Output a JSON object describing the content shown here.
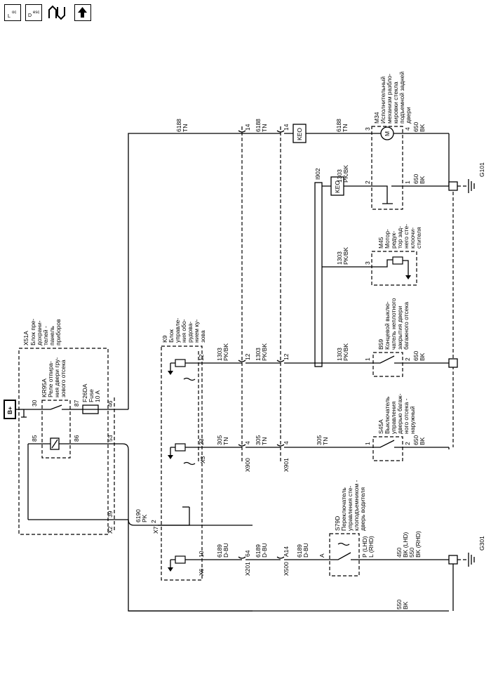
{
  "nav": {
    "loc": "LOC",
    "desc": "DESC"
  },
  "labels": {
    "b_plus": "B+",
    "x51a_title": "X51A",
    "x51a_desc": [
      "Блок пре-",
      "дохрани-",
      "телей -",
      "панель",
      "приборов"
    ],
    "kr95a_title": "KR95A",
    "kr95a_desc": [
      "Реле отпира-",
      "ния двери гру-",
      "зового отсека"
    ],
    "f26da": [
      "F26DA",
      "Fuse",
      "10 A"
    ],
    "k9_title": "K9",
    "k9_desc": [
      "Блок",
      "управле-",
      "ния обо-",
      "рудова-",
      "нием ку-",
      "зова"
    ],
    "m34_title": "M34",
    "m34_desc": [
      "Исполнительный",
      "механизм разбло-",
      "кировки стекла",
      "подъемной задней",
      "двери"
    ],
    "m45_title": "M45",
    "m45_desc": [
      "Мотор-",
      "редук-",
      "тор зад-",
      "него сте-",
      "клоочи-",
      "стителя"
    ],
    "b59_title": "B59",
    "b59_desc": [
      "Концевой выклю-",
      "чатель неплотного",
      "закрытия двери",
      "багажного отсека"
    ],
    "s45a_title": "S45A",
    "s45a_desc": [
      "Выключатель",
      "управления",
      "дверью багаж-",
      "ного отсека -",
      "наружный"
    ],
    "s79d_title": "S79D",
    "s79d_desc": [
      "Переключатель",
      "управления сте-",
      "клоподъемником -",
      "дверь водителя"
    ],
    "keo": "KEO",
    "i902": "I902",
    "g101": "G101",
    "g301": "G301",
    "x2": "X2",
    "x3": "X3",
    "x6": "X6",
    "x7": "X7",
    "x900": "X900",
    "x901": "X901",
    "x201": "X201",
    "x500": "X500"
  },
  "wires": {
    "w6188": [
      "6188",
      "TN"
    ],
    "w1303": [
      "1303",
      "PK/BK"
    ],
    "w305": [
      "305",
      "TN"
    ],
    "w6190": [
      "6190",
      "PK"
    ],
    "w6189": [
      "6189",
      "D-BU"
    ],
    "w650": [
      "650",
      "BK"
    ],
    "w550": [
      "550",
      "BK"
    ],
    "w450": [
      "450",
      "BK (LHD)"
    ],
    "w550rhd": [
      "550",
      "BK (RHD)"
    ]
  },
  "pins": {
    "p30": "30",
    "p87": "87",
    "p85": "85",
    "p86": "86",
    "p46": "46",
    "p53": "53",
    "p39": "39",
    "p14": "14",
    "p12": "12",
    "p23": "23",
    "p4": "4",
    "p2": "2",
    "p10": "10",
    "p64": "64",
    "pA14": "A14",
    "pA": "A",
    "p3": "3",
    "p1": "1",
    "plhd": "P (LHD)",
    "prhd": "L (RHD)"
  }
}
